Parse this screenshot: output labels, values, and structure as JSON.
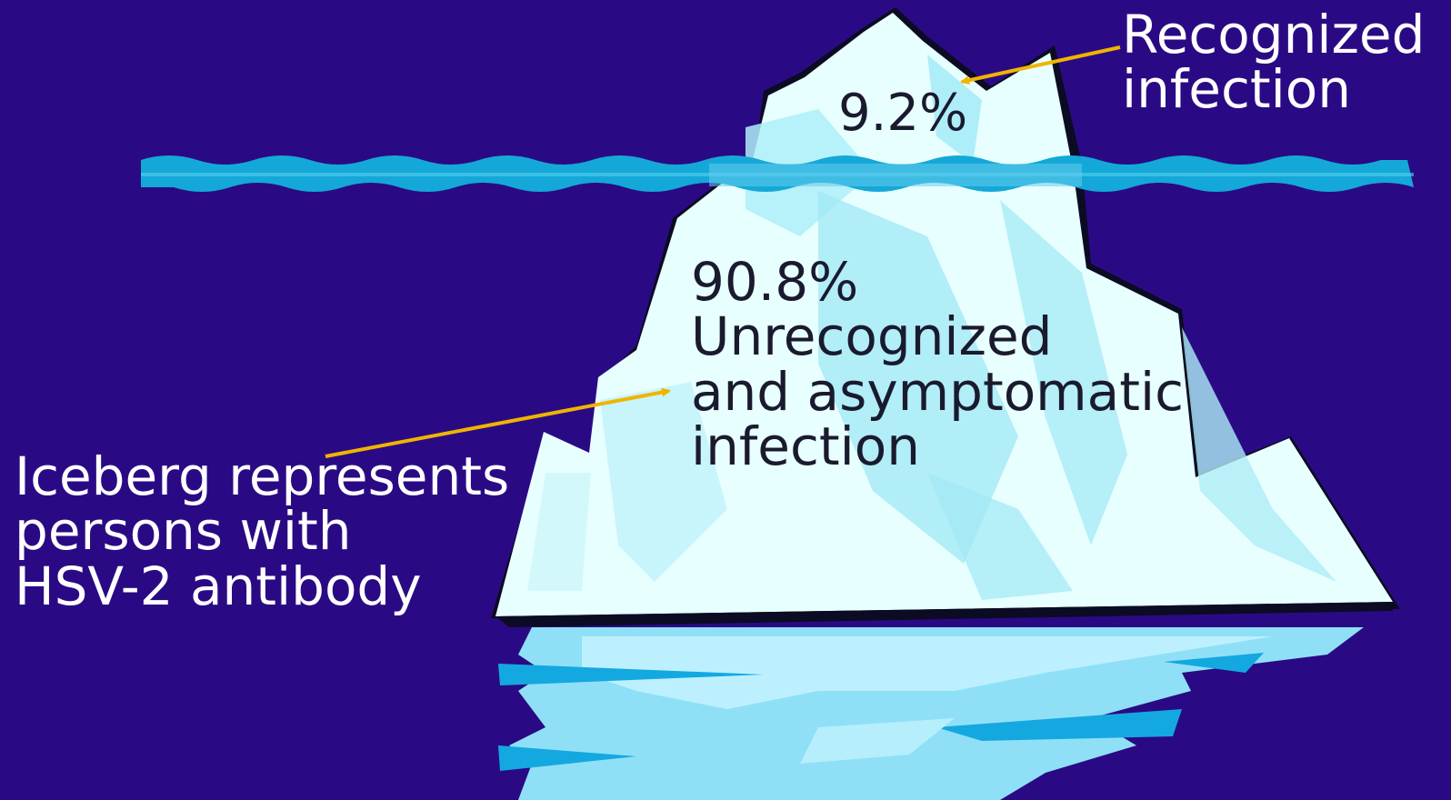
{
  "recognized": {
    "label_line1": "Recognized",
    "label_line2": "infection",
    "percent": "9.2%"
  },
  "unrecognized": {
    "percent": "90.8%",
    "label_line1": "Unrecognized",
    "label_line2": "and asymptomatic",
    "label_line3": "infection"
  },
  "iceberg_note": {
    "line1": "Iceberg represents",
    "line2": "persons with",
    "line3": "HSV-2 antibody"
  },
  "colors": {
    "background": "#2a0a84",
    "water": "#14a8d8",
    "ice_light": "#e8ffff",
    "ice_shade": "#9fe8f4",
    "arrow": "#f0b400"
  }
}
